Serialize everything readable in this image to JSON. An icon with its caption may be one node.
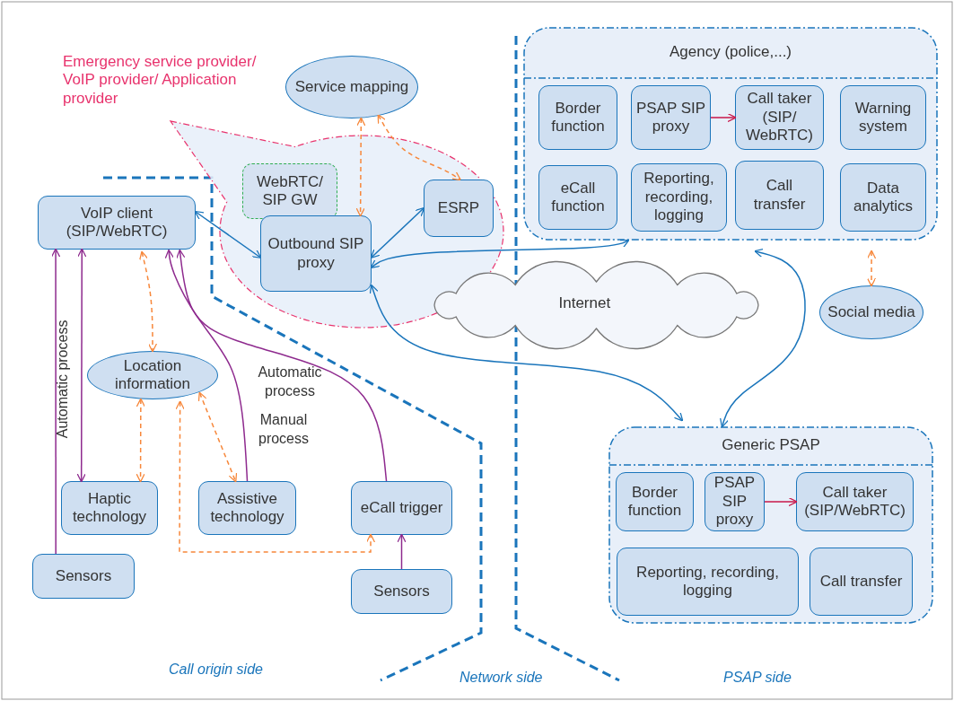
{
  "diagram": {
    "nodes": [
      {
        "text": [
          "Emergency service provider/ VoIP provider/ Application provider"
        ]
      },
      {
        "text": [
          "Service mapping"
        ]
      },
      {
        "text": [
          "WebRTC/ SIP GW"
        ],
        "in": 0
      },
      {
        "text": [
          "Outbound SIP proxy"
        ],
        "in": 0
      },
      {
        "text": [
          "ESRP"
        ],
        "in": 0
      },
      {
        "text": [
          "VoIP client (SIP/WebRTC)"
        ]
      },
      {
        "text": [
          "Location information"
        ]
      },
      {
        "text": [
          "Haptic technology"
        ]
      },
      {
        "text": [
          "Assistive technology"
        ]
      },
      {
        "text": [
          "eCall trigger"
        ]
      },
      {
        "text": [
          "Sensors"
        ]
      },
      {
        "text": [
          "Sensors"
        ]
      },
      {
        "text": [
          "Internet"
        ]
      },
      {
        "text": [
          "Agency (police,...)"
        ]
      },
      {
        "text": [
          "Border function"
        ],
        "in": 13
      },
      {
        "text": [
          "PSAP SIP proxy"
        ],
        "in": 13
      },
      {
        "text": [
          "Call taker (SIP/ WebRTC)"
        ],
        "in": 13
      },
      {
        "text": [
          "Warning system"
        ],
        "in": 13
      },
      {
        "text": [
          "eCall function"
        ],
        "in": 13
      },
      {
        "text": [
          "Reporting, recording, logging"
        ],
        "in": 13
      },
      {
        "text": [
          "Call transfer"
        ],
        "in": 13
      },
      {
        "text": [
          "Data analytics"
        ],
        "in": 13
      },
      {
        "text": [
          "Social media"
        ]
      },
      {
        "text": [
          "Generic PSAP"
        ]
      },
      {
        "text": [
          "Border function"
        ],
        "in": 23
      },
      {
        "text": [
          "PSAP SIP proxy"
        ],
        "in": 23
      },
      {
        "text": [
          "Call taker (SIP/WebRTC)"
        ],
        "in": 23
      },
      {
        "text": [
          "Reporting, recording, logging"
        ],
        "in": 23
      },
      {
        "text": [
          "Call transfer"
        ],
        "in": 23
      }
    ],
    "edges": [
      {
        "from": 1,
        "to": 3,
        "arrow": "both",
        "style": "dashed",
        "color": "#f7873a"
      },
      {
        "from": 1,
        "to": 4,
        "arrow": "both",
        "style": "dashed",
        "color": "#f7873a"
      },
      {
        "from": 5,
        "to": 3,
        "arrow": "both",
        "color": "#1a75bb"
      },
      {
        "from": 3,
        "to": 4,
        "arrow": "both",
        "color": "#1a75bb"
      },
      {
        "from": 3,
        "to": 13,
        "arrow": "both",
        "color": "#1a75bb"
      },
      {
        "from": 3,
        "to": 23,
        "arrow": "both",
        "color": "#1a75bb"
      },
      {
        "from": 13,
        "to": 23,
        "arrow": "both",
        "color": "#1a75bb"
      },
      {
        "from": 15,
        "to": 16,
        "arrow": "to",
        "color": "#c8174a"
      },
      {
        "from": 25,
        "to": 26,
        "arrow": "to",
        "color": "#c8174a"
      },
      {
        "from": 13,
        "to": 22,
        "arrow": "both",
        "style": "dashed",
        "color": "#f7873a"
      },
      {
        "from": 10,
        "to": 5,
        "arrow": "to",
        "color": "#8e2a8e"
      },
      {
        "from": 5,
        "to": 7,
        "arrow": "both",
        "color": "#8e2a8e"
      },
      {
        "from": 5,
        "to": 6,
        "arrow": "both",
        "style": "dashed",
        "color": "#f7873a"
      },
      {
        "from": 8,
        "to": 5,
        "arrow": "to",
        "color": "#8e2a8e"
      },
      {
        "from": 9,
        "to": 5,
        "arrow": "to",
        "color": "#8e2a8e"
      },
      {
        "from": 6,
        "to": 7,
        "arrow": "both",
        "style": "dashed",
        "color": "#f7873a"
      },
      {
        "from": 6,
        "to": 8,
        "arrow": "both",
        "style": "dashed",
        "color": "#f7873a"
      },
      {
        "from": 6,
        "to": 9,
        "arrow": "both",
        "style": "dashed",
        "color": "#f7873a"
      },
      {
        "from": 11,
        "to": 9,
        "arrow": "to",
        "color": "#8e2a8e"
      }
    ],
    "labels": [
      "Automatic process",
      "Automatic process",
      "Manual process",
      "Call origin side",
      "Network side",
      "PSAP side"
    ]
  }
}
